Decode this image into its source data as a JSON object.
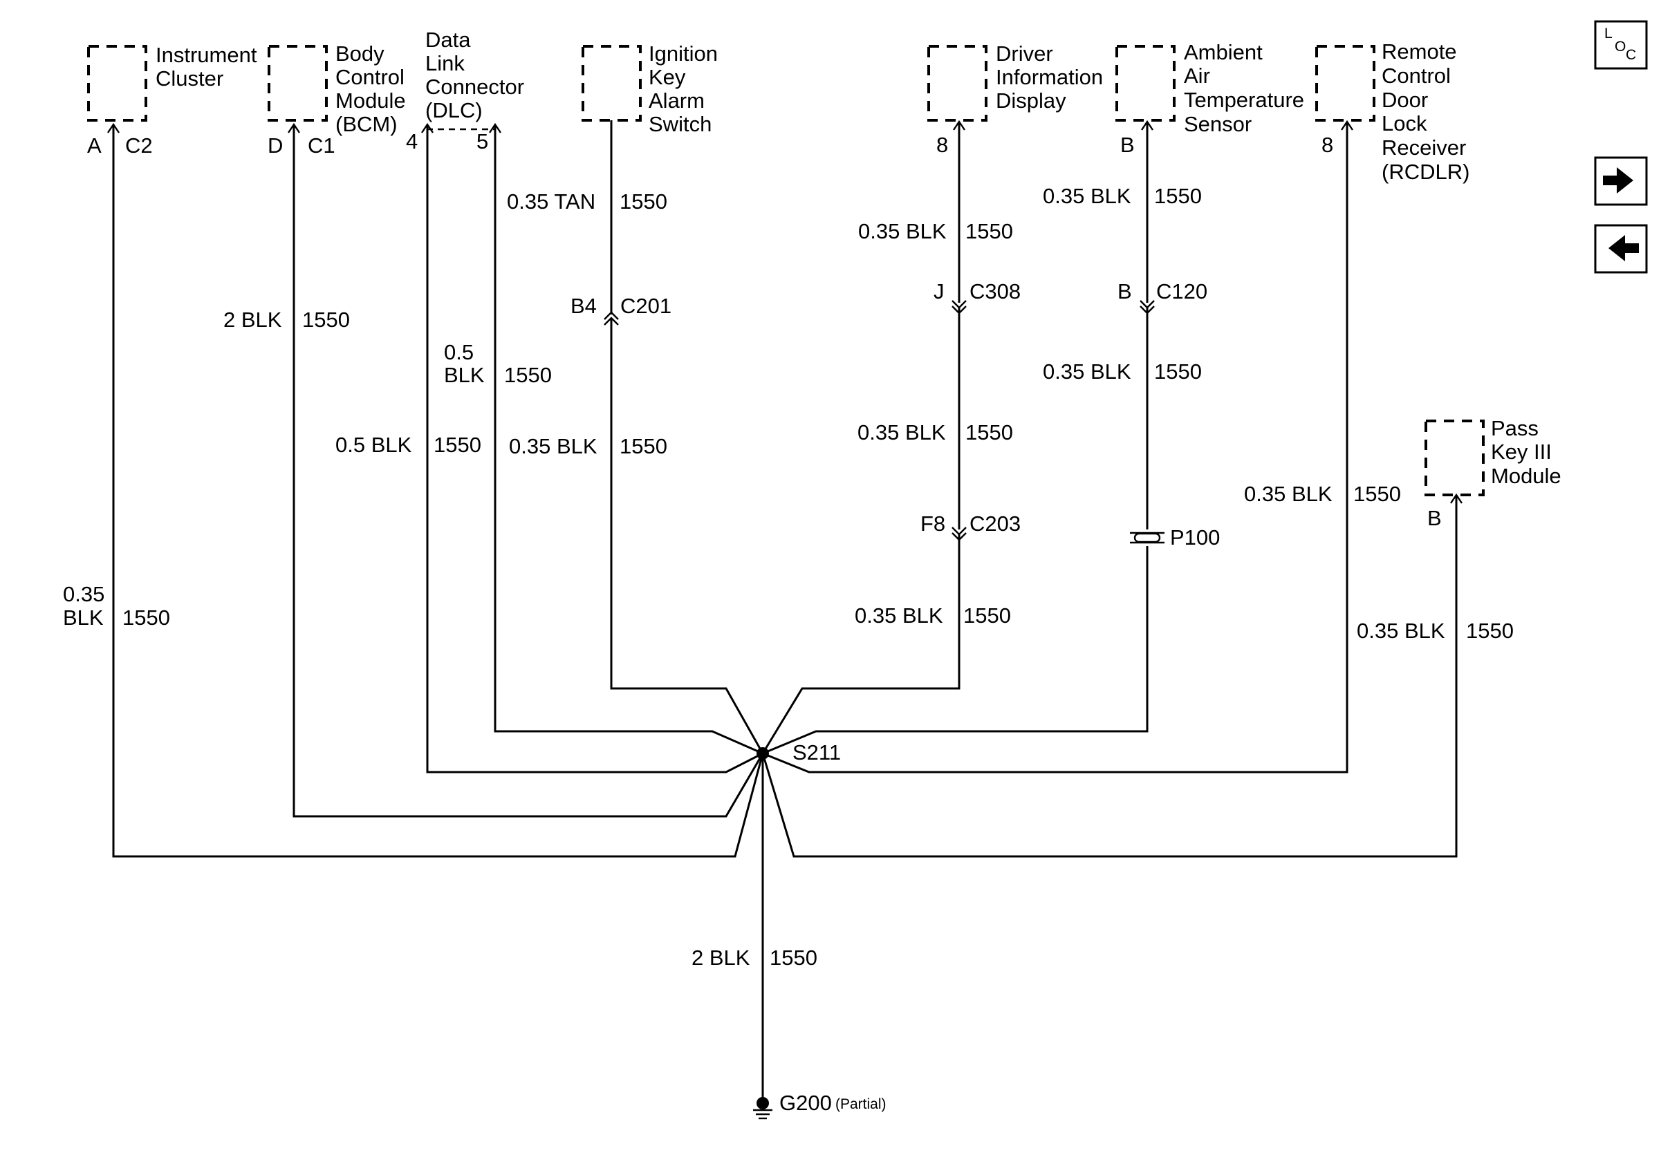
{
  "components": {
    "instrument_cluster": {
      "label": [
        "Instrument",
        "Cluster"
      ],
      "pin": "A",
      "connector": "C2"
    },
    "bcm": {
      "label": [
        "Body",
        "Control",
        "Module",
        "(BCM)"
      ],
      "pin": "D",
      "connector": "C1"
    },
    "dlc": {
      "label": [
        "Data",
        "Link",
        "Connector",
        "(DLC)"
      ],
      "pin_a": "4",
      "pin_b": "5"
    },
    "ignition_key_alarm_switch": {
      "label": [
        "Ignition",
        "Key",
        "Alarm",
        "Switch"
      ]
    },
    "driver_information_display": {
      "label": [
        "Driver",
        "Information",
        "Display"
      ],
      "pin": "8"
    },
    "ambient_air_temperature_sensor": {
      "label": [
        "Ambient",
        "Air",
        "Temperature",
        "Sensor"
      ],
      "pin": "B"
    },
    "rcdlr": {
      "label": [
        "Remote",
        "Control",
        "Door",
        "Lock",
        "Receiver",
        "(RCDLR)"
      ],
      "pin": "8"
    },
    "pass_key_iii_module": {
      "label": [
        "Pass",
        "Key III",
        "Module"
      ],
      "pin": "B"
    }
  },
  "wires": {
    "ic": {
      "gauge": [
        "0.35",
        "BLK"
      ],
      "circuit": "1550"
    },
    "bcm": {
      "gauge": "2 BLK",
      "circuit": "1550"
    },
    "dlc4": {
      "gauge": "0.5 BLK",
      "circuit": "1550"
    },
    "dlc5": {
      "gauge": [
        "0.5",
        "BLK"
      ],
      "circuit": "1550"
    },
    "ign_upper": {
      "gauge": "0.35 TAN",
      "circuit": "1550"
    },
    "ign_lower": {
      "gauge": "0.35 BLK",
      "circuit": "1550"
    },
    "did_1": {
      "gauge": "0.35 BLK",
      "circuit": "1550"
    },
    "did_2": {
      "gauge": "0.35 BLK",
      "circuit": "1550"
    },
    "did_3": {
      "gauge": "0.35 BLK",
      "circuit": "1550"
    },
    "aat_1": {
      "gauge": "0.35 BLK",
      "circuit": "1550"
    },
    "aat_2": {
      "gauge": "0.35 BLK",
      "circuit": "1550"
    },
    "rcdlr": {
      "gauge": "0.35 BLK",
      "circuit": "1550"
    },
    "pk3": {
      "gauge": "0.35 BLK",
      "circuit": "1550"
    },
    "ground": {
      "gauge": "2 BLK",
      "circuit": "1550"
    }
  },
  "connectors": {
    "c201": {
      "pin": "B4",
      "name": "C201"
    },
    "c308": {
      "pin": "J",
      "name": "C308"
    },
    "c203": {
      "pin": "F8",
      "name": "C203"
    },
    "c120": {
      "pin": "B",
      "name": "C120"
    },
    "p100": {
      "name": "P100"
    }
  },
  "splice": {
    "name": "S211"
  },
  "ground": {
    "name": "G200",
    "note": "(Partial)"
  },
  "nav": {
    "loc_button": {
      "letters": [
        "L",
        "O",
        "C"
      ]
    },
    "next_icon": "arrow-right-icon",
    "prev_icon": "arrow-left-icon"
  }
}
